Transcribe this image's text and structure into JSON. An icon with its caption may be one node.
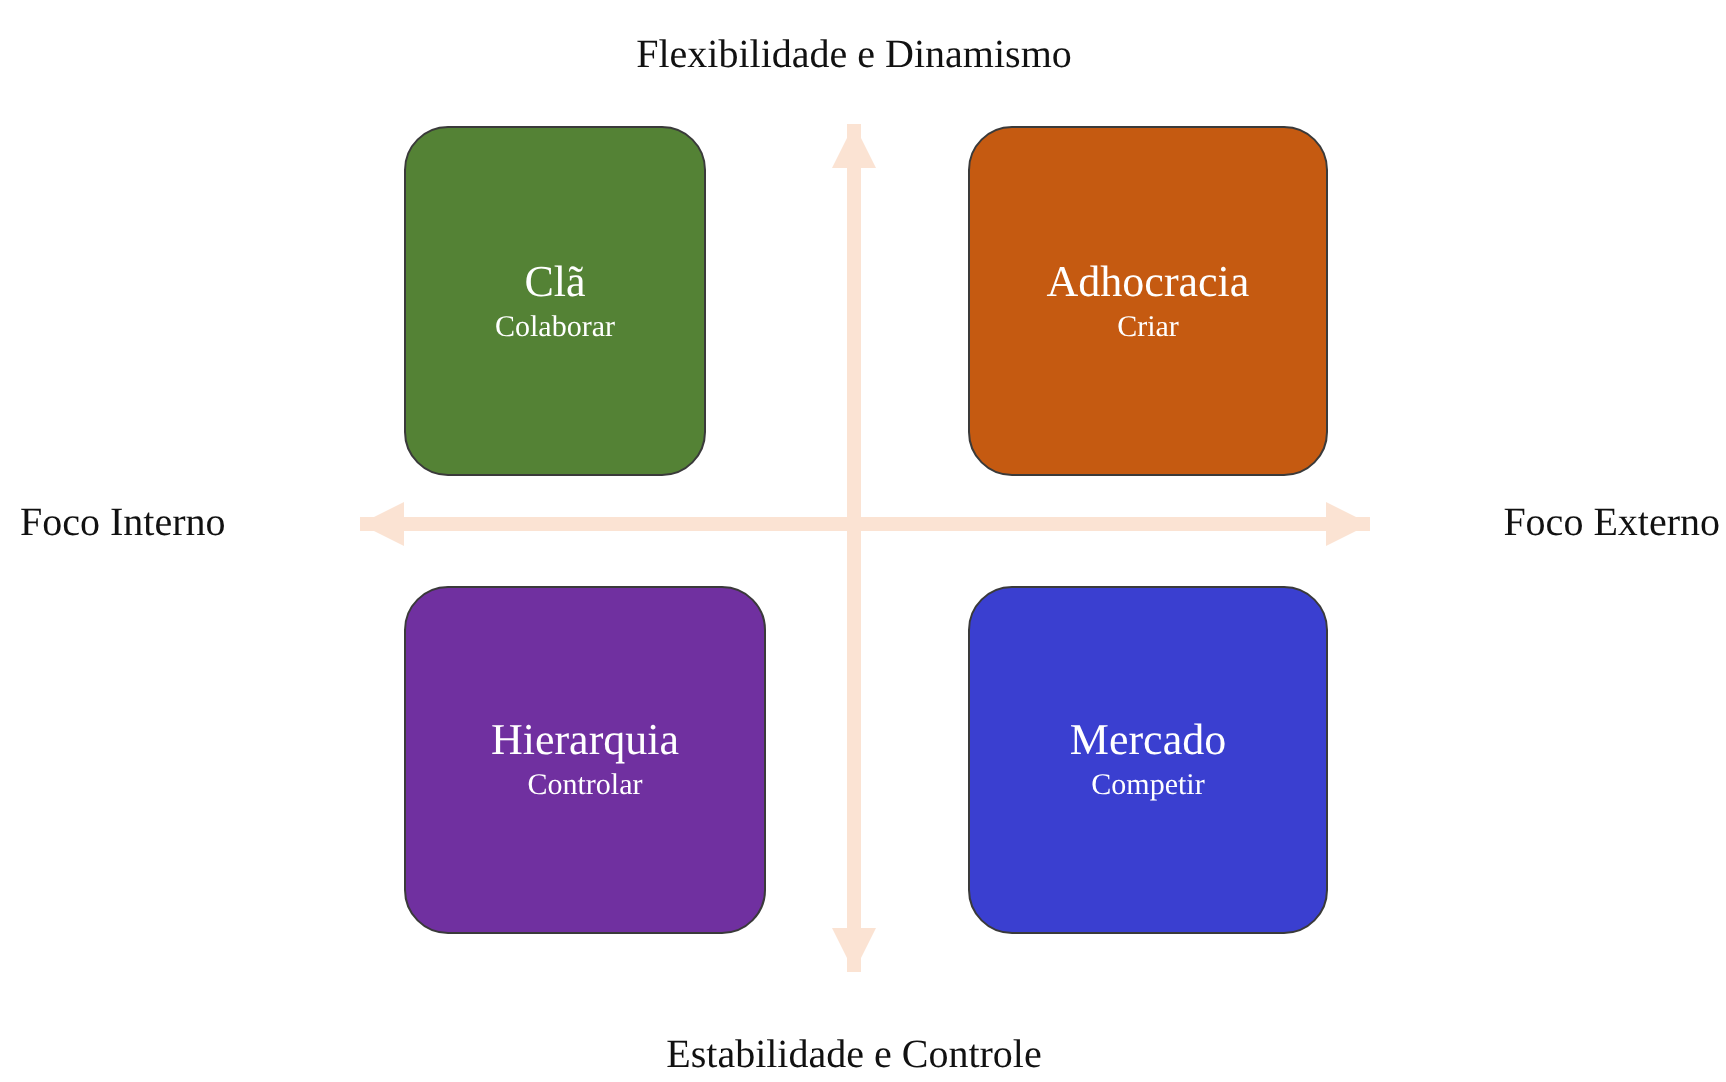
{
  "diagram": {
    "nodes": [
      {
        "text": [
          "Clã",
          "Colaborar"
        ]
      },
      {
        "text": [
          "Adhocracia",
          "Criar"
        ]
      },
      {
        "text": [
          "Hierarquia",
          "Controlar"
        ]
      },
      {
        "text": [
          "Mercado",
          "Competir"
        ]
      }
    ],
    "labels": [
      "Flexibilidade e Dinamismo",
      "Foco Interno",
      "Foco Externo",
      "Estabilidade e Controle"
    ]
  }
}
